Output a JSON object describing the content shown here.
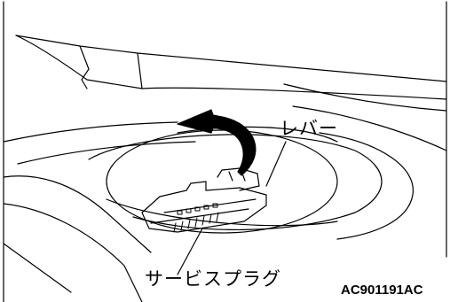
{
  "figure": {
    "labels": {
      "lever": "レバー",
      "service_plug": "サービスプラグ",
      "figure_code": "AC901191AC"
    },
    "colors": {
      "line": "#000000",
      "background": "#ffffff",
      "arrow": "#000000"
    }
  }
}
